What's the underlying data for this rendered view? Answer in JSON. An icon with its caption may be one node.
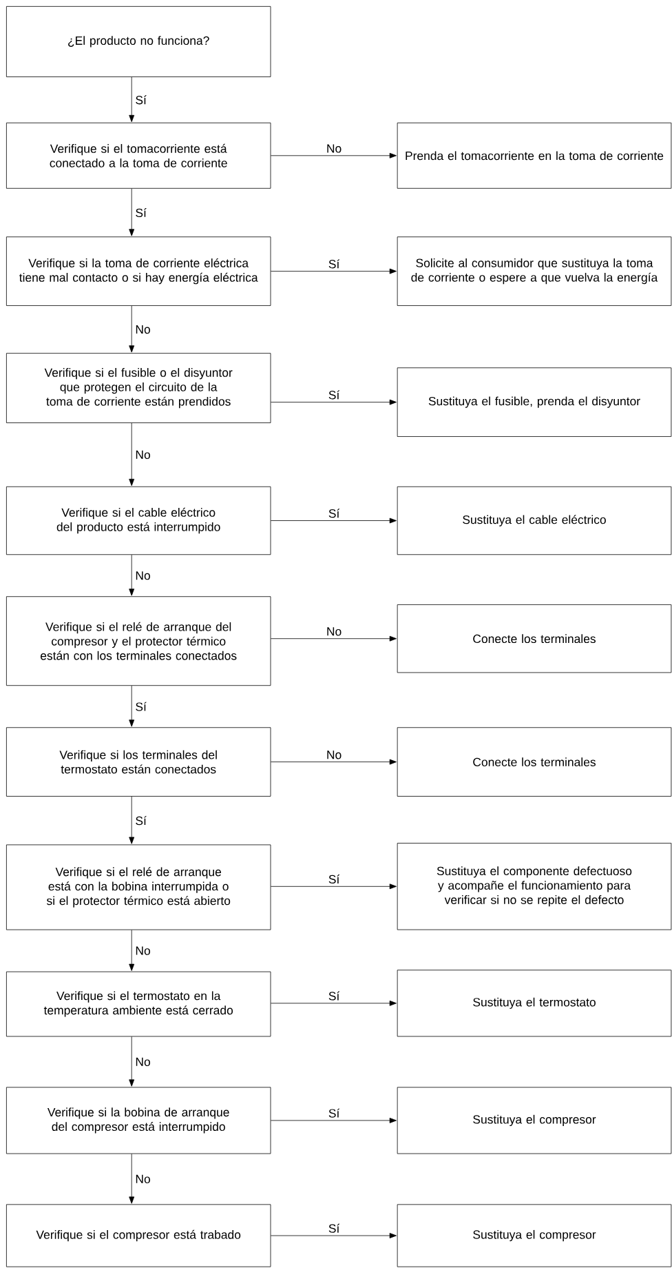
{
  "diagram": {
    "nodes": [
      {
        "text": [
          "¿El producto no funciona?"
        ]
      },
      {
        "text": [
          "Verifique si el tomacorriente está conectado a la toma de corriente"
        ]
      },
      {
        "text": [
          "Prenda el tomacorriente en la toma de corriente"
        ]
      },
      {
        "text": [
          "Verifique si la toma de corriente eléctrica tiene mal contacto o si hay energía eléctrica"
        ]
      },
      {
        "text": [
          "Solicite al consumidor que sustituya la toma de corriente o espere a que vuelva la energía"
        ]
      },
      {
        "text": [
          "Verifique si el fusible o el disyuntor que protegen el circuito de la toma de corriente están prendidos"
        ]
      },
      {
        "text": [
          "Sustituya el fusible, prenda el disyuntor"
        ]
      },
      {
        "text": [
          "Verifique si el cable eléctrico del producto está interrumpido"
        ]
      },
      {
        "text": [
          "Sustituya el cable eléctrico"
        ]
      },
      {
        "text": [
          "Verifique si el relé de arranque del compresor y el protector térmico están con los terminales conectados"
        ]
      },
      {
        "text": [
          "Conecte los terminales"
        ]
      },
      {
        "text": [
          "Verifique si los terminales del termostato están conectados"
        ]
      },
      {
        "text": [
          "Conecte los terminales"
        ]
      },
      {
        "text": [
          "Verifique si el relé de arranque está con la bobina interrumpida o si el protector térmico está abierto"
        ]
      },
      {
        "text": [
          "Sustituya el componente defectuoso y acompañe el funcionamiento para verificar si no se repite el defecto"
        ]
      },
      {
        "text": [
          "Verifique si el termostato en la temperatura ambiente está cerrado"
        ]
      },
      {
        "text": [
          "Sustituya el termostato"
        ]
      },
      {
        "text": [
          "Verifique si la bobina de arranque del compresor está interrumpido"
        ]
      },
      {
        "text": [
          "Sustituya el compresor"
        ]
      },
      {
        "text": [
          "Verifique si el compresor está trabado"
        ]
      },
      {
        "text": [
          "Sustituya el compresor"
        ]
      }
    ],
    "edges": [
      {
        "from": 0,
        "to": 1,
        "arrow": "to",
        "label": "Sí"
      },
      {
        "from": 1,
        "to": 2,
        "arrow": "to",
        "label": "No"
      },
      {
        "from": 1,
        "to": 3,
        "arrow": "to",
        "label": "Sí"
      },
      {
        "from": 3,
        "to": 4,
        "arrow": "to",
        "label": "Sí"
      },
      {
        "from": 3,
        "to": 5,
        "arrow": "to",
        "label": "No"
      },
      {
        "from": 5,
        "to": 6,
        "arrow": "to",
        "label": "Sí"
      },
      {
        "from": 5,
        "to": 7,
        "arrow": "to",
        "label": "No"
      },
      {
        "from": 7,
        "to": 8,
        "arrow": "to",
        "label": "Sí"
      },
      {
        "from": 7,
        "to": 9,
        "arrow": "to",
        "label": "No"
      },
      {
        "from": 9,
        "to": 10,
        "arrow": "to",
        "label": "No"
      },
      {
        "from": 9,
        "to": 11,
        "arrow": "to",
        "label": "Sí"
      },
      {
        "from": 11,
        "to": 12,
        "arrow": "to",
        "label": "No"
      },
      {
        "from": 11,
        "to": 13,
        "arrow": "to",
        "label": "Sí"
      },
      {
        "from": 13,
        "to": 14,
        "arrow": "to",
        "label": "Sí"
      },
      {
        "from": 13,
        "to": 15,
        "arrow": "to",
        "label": "No"
      },
      {
        "from": 15,
        "to": 16,
        "arrow": "to",
        "label": "Sí"
      },
      {
        "from": 15,
        "to": 17,
        "arrow": "to",
        "label": "No"
      },
      {
        "from": 17,
        "to": 18,
        "arrow": "to",
        "label": "Sí"
      },
      {
        "from": 17,
        "to": 19,
        "arrow": "to",
        "label": "No"
      },
      {
        "from": 19,
        "to": 20,
        "arrow": "to",
        "label": "Sí"
      }
    ]
  }
}
